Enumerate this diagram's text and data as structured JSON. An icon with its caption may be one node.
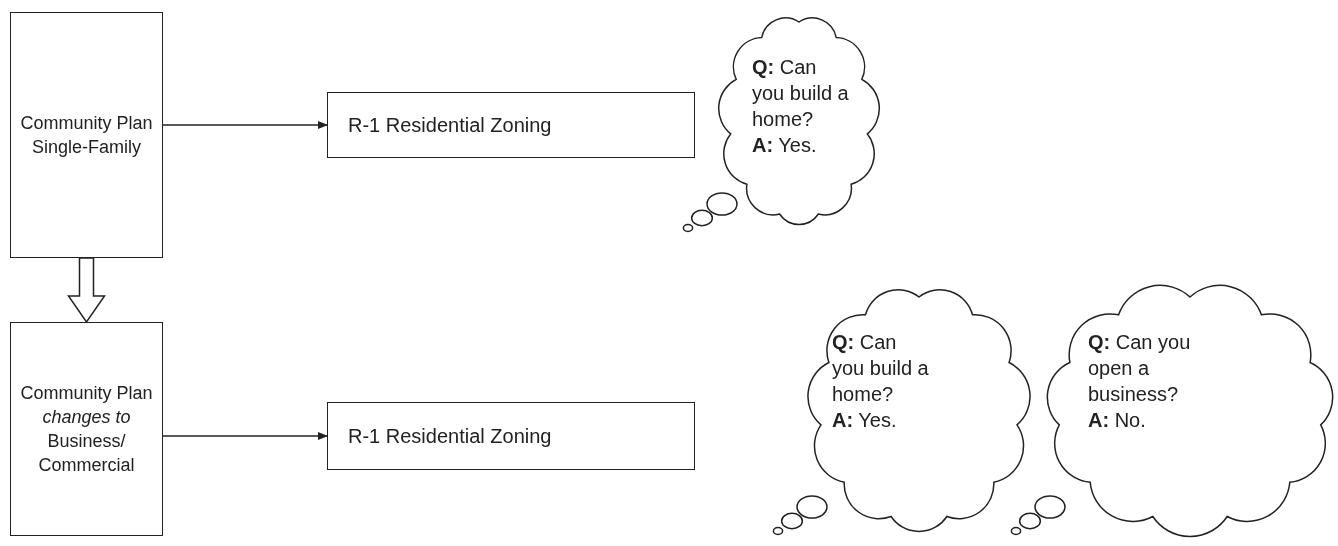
{
  "diagram": {
    "nodes": [
      {
        "text": [
          "Community Plan Single-Family"
        ]
      },
      {
        "text": [
          "R-1 Residential Zoning"
        ]
      },
      {
        "text": [
          "**Q:** Can you build a home?",
          "**A:** Yes."
        ]
      },
      {
        "text": [
          "Community Plan *changes to* Business/ Commercial"
        ]
      },
      {
        "text": [
          "R-1 Residential Zoning"
        ]
      },
      {
        "text": [
          "**Q:** Can you build a home?",
          "**A:** Yes."
        ]
      },
      {
        "text": [
          "**Q:** Can you open a business?",
          "**A:** No."
        ]
      }
    ],
    "edges": [
      {
        "from": 0,
        "to": 1,
        "arrow": "to"
      },
      {
        "from": 0,
        "to": 3,
        "arrow": "to",
        "style": "thick"
      },
      {
        "from": 3,
        "to": 4,
        "arrow": "to"
      }
    ]
  }
}
